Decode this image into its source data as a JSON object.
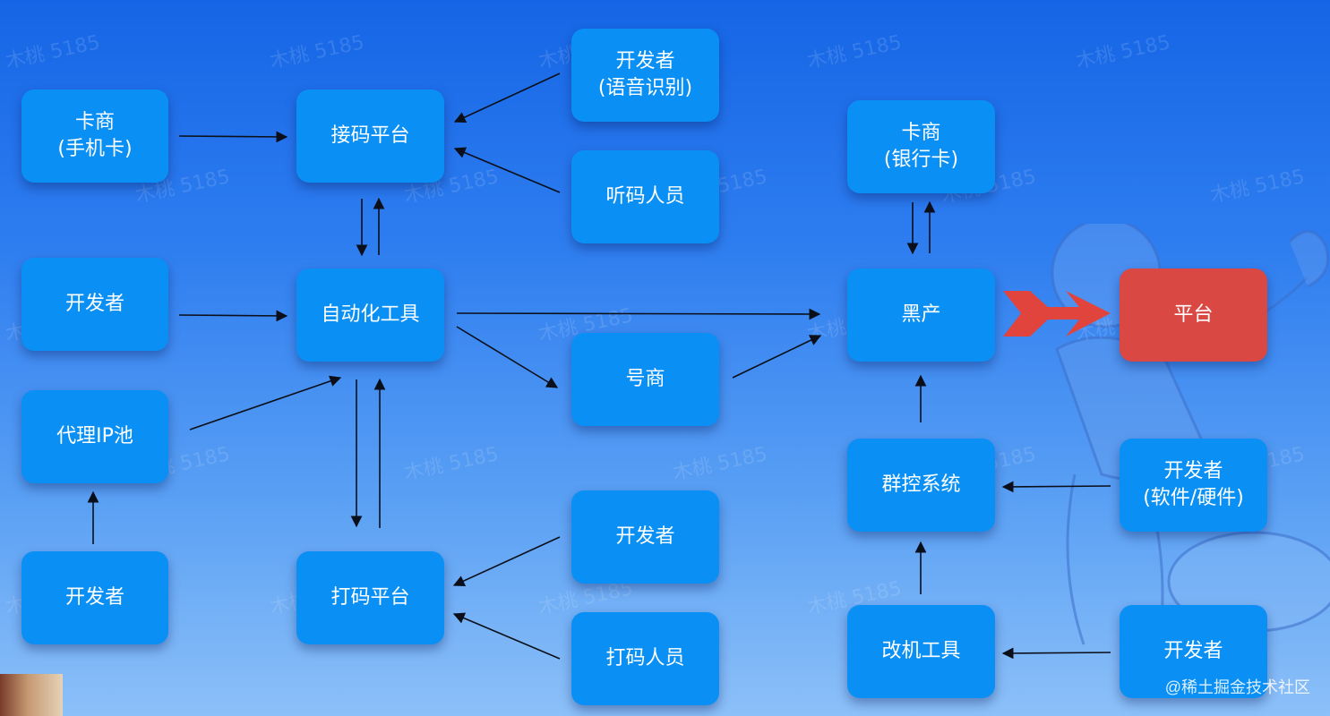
{
  "watermark": "木桃 5185",
  "credit": "@稀土掘金技术社区",
  "nodes": {
    "card_phone": {
      "line1": "卡商",
      "line2": "(手机卡)"
    },
    "sms_platform": {
      "line1": "接码平台"
    },
    "dev_voice": {
      "line1": "开发者",
      "line2": "(语音识别)"
    },
    "listener": {
      "line1": "听码人员"
    },
    "developer_a": {
      "line1": "开发者"
    },
    "automation": {
      "line1": "自动化工具"
    },
    "proxy": {
      "line1": "代理IP池"
    },
    "account_dealer": {
      "line1": "号商"
    },
    "developer_b": {
      "line1": "开发者"
    },
    "captcha_platform": {
      "line1": "打码平台"
    },
    "developer_c": {
      "line1": "开发者"
    },
    "captcha_worker": {
      "line1": "打码人员"
    },
    "card_bank": {
      "line1": "卡商",
      "line2": "(银行卡)"
    },
    "black_industry": {
      "line1": "黑产"
    },
    "platform": {
      "line1": "平台"
    },
    "group_control": {
      "line1": "群控系统"
    },
    "dev_sw_hw": {
      "line1": "开发者",
      "line2": "(软件/硬件)"
    },
    "device_mod": {
      "line1": "改机工具"
    },
    "developer_d": {
      "line1": "开发者"
    }
  },
  "colors": {
    "node": "#0a90f5",
    "target": "#d94843",
    "arrow": "#0b0f1a",
    "big_arrow": "#e0443c"
  }
}
